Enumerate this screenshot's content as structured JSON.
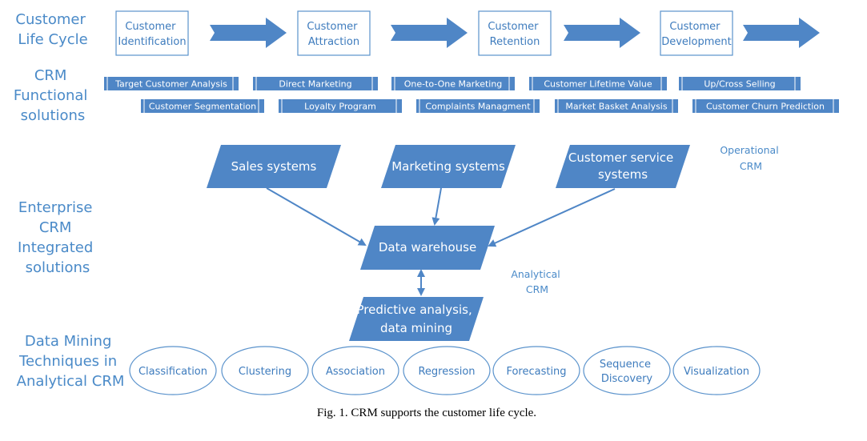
{
  "side_labels": {
    "life_cycle": [
      "Customer",
      "Life Cycle"
    ],
    "functional": [
      "CRM",
      "Functional",
      "solutions"
    ],
    "enterprise": [
      "Enterprise",
      "CRM",
      "Integrated",
      "solutions"
    ],
    "data_mining": [
      "Data Mining",
      "Techniques in",
      "Analytical CRM"
    ]
  },
  "life_cycle_stages": [
    [
      "Customer",
      "Identification"
    ],
    [
      "Customer",
      "Attraction"
    ],
    [
      "Customer",
      "Retention"
    ],
    [
      "Customer",
      "Development"
    ]
  ],
  "functional_row1": [
    "Target Customer Analysis",
    "Direct Marketing",
    "One-to-One Marketing",
    "Customer Lifetime Value",
    "Up/Cross Selling"
  ],
  "functional_row2": [
    "Customer Segmentation",
    "Loyalty Program",
    "Complaints Managment",
    "Market Basket Analysis",
    "Customer Churn Prediction"
  ],
  "systems": [
    [
      "Sales systems"
    ],
    [
      "Marketing systems"
    ],
    [
      "Customer service",
      "systems"
    ]
  ],
  "operational_crm": [
    "Operational",
    "CRM"
  ],
  "data_warehouse": [
    "Data warehouse"
  ],
  "analytical_crm": [
    "Analytical",
    "CRM"
  ],
  "predictive": [
    "Predictive analysis,",
    "data mining"
  ],
  "techniques": [
    [
      "Classification"
    ],
    [
      "Clustering"
    ],
    [
      "Association"
    ],
    [
      "Regression"
    ],
    [
      "Forecasting"
    ],
    [
      "Sequence",
      "Discovery"
    ],
    [
      "Visualization"
    ]
  ],
  "caption": "Fig. 1. CRM supports the customer life cycle.",
  "colors": {
    "accent": "#4a8ac8",
    "fill": "#4f86c6",
    "border": "#5b93cc",
    "arrow": "#3f7bbd"
  }
}
